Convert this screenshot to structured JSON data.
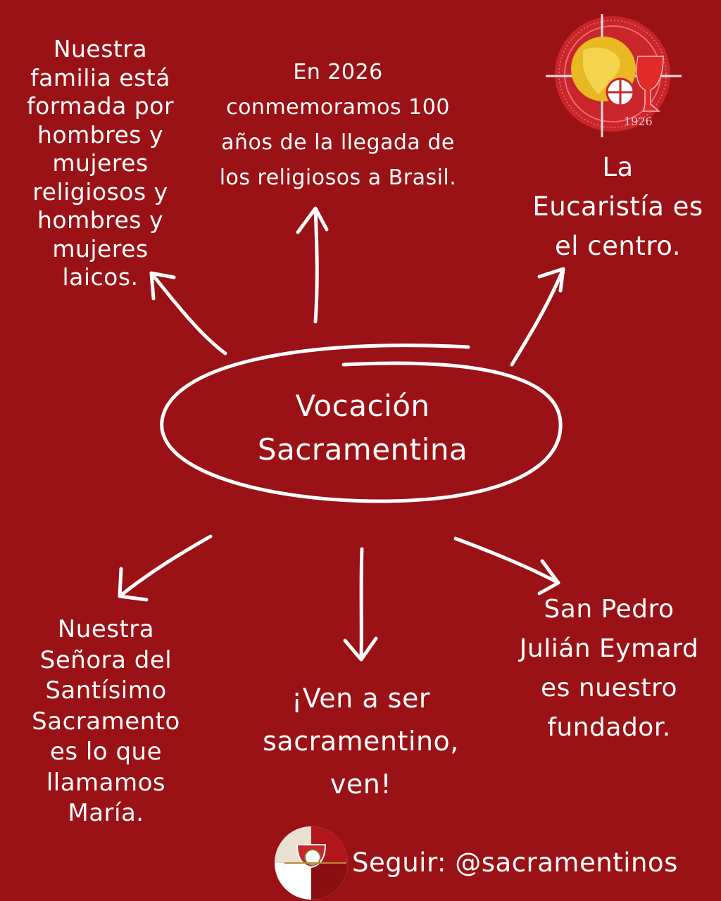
{
  "colors": {
    "background": "#9b1216",
    "foreground": "#ffffff",
    "logo_gold": "#e8b923",
    "logo_red": "#d62b2b"
  },
  "center": {
    "label": "Vocación\nSacramentina"
  },
  "bubbles": {
    "family": "Nuestra\nfamilia está\nformada por\nhombres y\nmujeres\nreligiosos y\nhombres y\nmujeres\nlaicos.",
    "anniversary": "En 2026\nconmemoramos 100\naños de la llegada de\nlos religiosos a Brasil.",
    "eucharist": "La\nEucaristía es\nel centro.",
    "mary": "Nuestra\nSeñora del\nSantísimo\nSacramento\nes lo que\nllamamos\nMaría.",
    "invitation": "¡Ven a ser\nsacramentino,\nven!",
    "founder": "San Pedro\nJulián Eymard\nes nuestro\nfundador."
  },
  "footer": {
    "follow": "Seguir: @sacramentinos"
  },
  "logo": {
    "year": "1926",
    "icon": "anniversary-emblem-icon"
  },
  "footer_logo": {
    "icon": "sacramentinos-logo-icon"
  }
}
